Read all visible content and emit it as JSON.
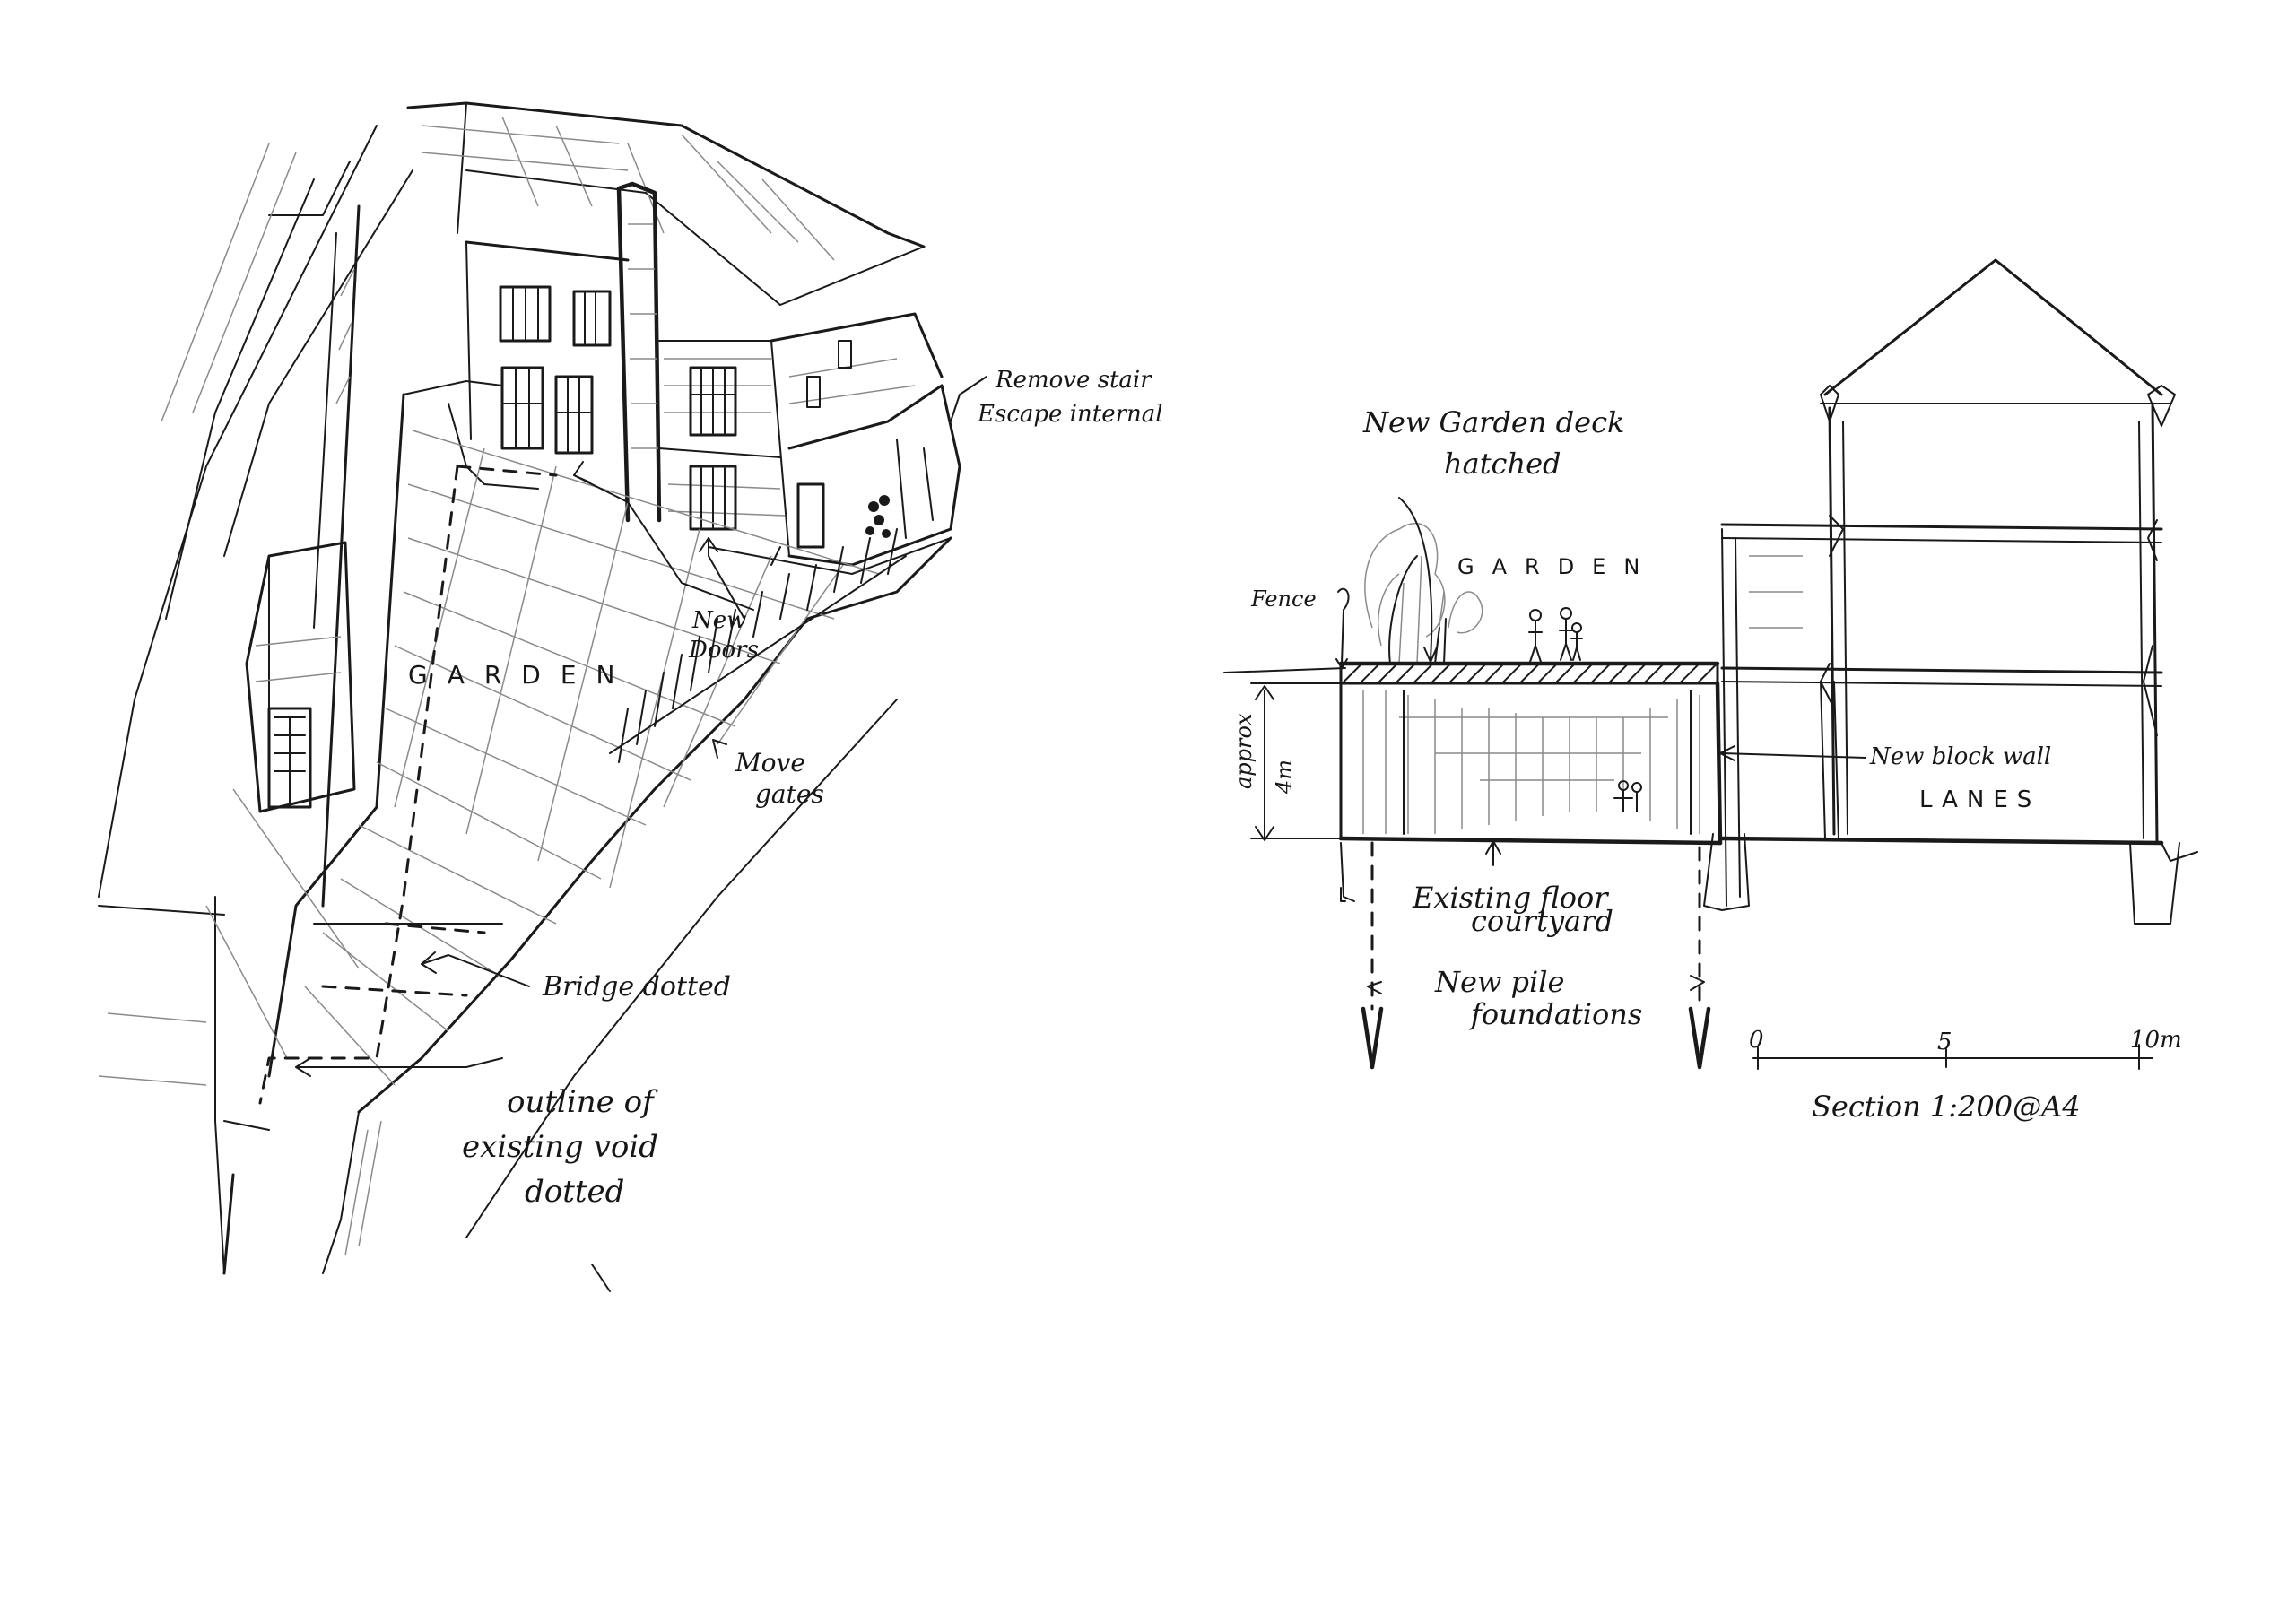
{
  "perspective_sketch": {
    "labels": {
      "remove_stair": [
        "Remove stair",
        "Escape internal"
      ],
      "new_doors": [
        "New",
        "Doors"
      ],
      "garden": "GARDEN",
      "move_gates": [
        "Move",
        "gates"
      ],
      "bridge_dotted": "Bridge dotted",
      "outline_void": [
        "outline of",
        "existing void",
        "dotted"
      ]
    }
  },
  "section_sketch": {
    "labels": {
      "new_garden_deck": [
        "New Garden deck",
        "hatched"
      ],
      "garden_upper": "GARDEN",
      "fence": "Fence",
      "approx": "approx",
      "height": "4m",
      "new_block_wall": "New block wall",
      "lanes": "LANES",
      "existing_floor": [
        "Existing floor",
        "courtyard"
      ],
      "new_pile": [
        "New pile",
        "foundations"
      ]
    },
    "scale_bar": {
      "ticks": [
        "0",
        "5",
        "10m"
      ]
    },
    "caption": "Section 1:200@A4"
  }
}
